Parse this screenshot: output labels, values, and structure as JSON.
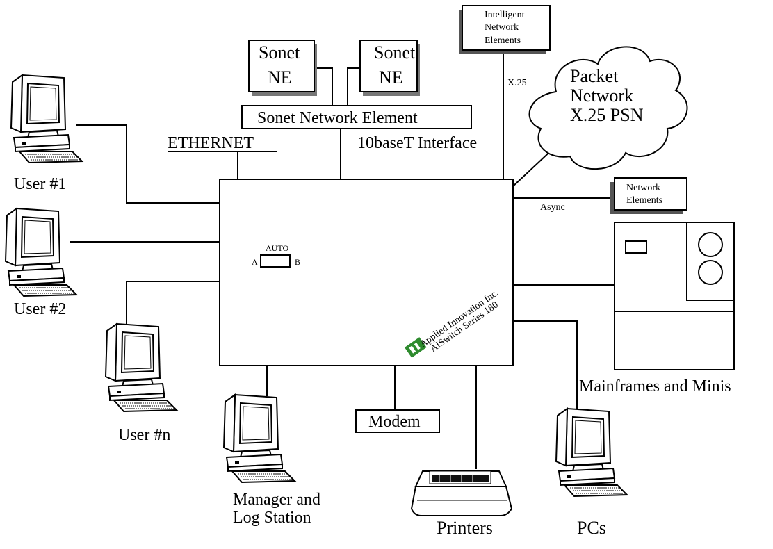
{
  "sonet_ne_1": {
    "line1": "Sonet",
    "line2": "NE"
  },
  "sonet_ne_2": {
    "line1": "Sonet",
    "line2": "NE"
  },
  "sonet_network_element": "Sonet Network Element",
  "intelligent_ne": {
    "line1": "Intelligent",
    "line2": "Network",
    "line3": "Elements"
  },
  "x25_label": "X.25",
  "packet_network": {
    "line1": "Packet",
    "line2": "Network",
    "line3": "X.25 PSN"
  },
  "ethernet": "ETHERNET",
  "tenbaset": "10baseT Interface",
  "async": "Async",
  "network_elements": {
    "line1": "Network",
    "line2": "Elements"
  },
  "auto_switch": {
    "auto": "AUTO",
    "a": "A",
    "b": "B"
  },
  "brand": {
    "line1": "Applied Innovation Inc.",
    "line2": "AISwitch Series 180",
    "logo_color": "#2e8b2e"
  },
  "users": {
    "user1": "User #1",
    "user2": "User #2",
    "usern": "User #n"
  },
  "modem": "Modem",
  "manager": {
    "line1": "Manager and",
    "line2": "Log Station"
  },
  "printers": "Printers",
  "pcs": "PCs",
  "mainframes": "Mainframes and Minis"
}
